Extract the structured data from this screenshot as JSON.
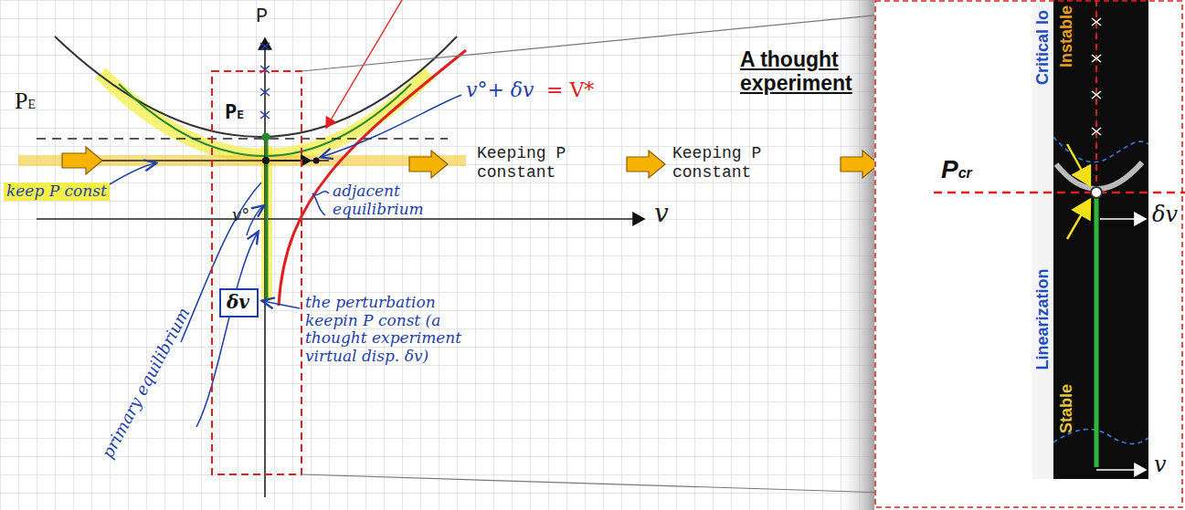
{
  "diagram": {
    "nodes": [
      {
        "text": [
          "δv"
        ]
      }
    ],
    "labels": [
      "P",
      "PE",
      "PE",
      "v°+ δv",
      "= V*",
      "Keeping P constant",
      "Keeping P constant",
      "keep P const",
      "adjacent equilibrium",
      "v",
      "v°",
      "primary equilibrium",
      "the perturbation keepin P const (a thought experiment virtual disp. δv)",
      "A thought experiment",
      "Critical lo",
      "Instable",
      "Pcr",
      "Linearization",
      "Stable",
      "δv",
      "v"
    ]
  }
}
